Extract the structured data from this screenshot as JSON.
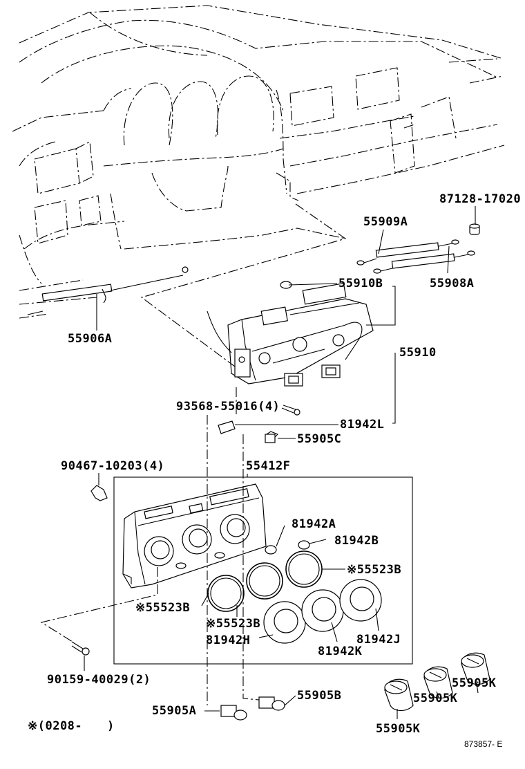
{
  "labels": {
    "p87128": "87128-17020",
    "p55909A": "55909A",
    "p55910B": "55910B",
    "p55908A": "55908A",
    "p55906A": "55906A",
    "p55910": "55910",
    "p93568": "93568-55016(4)",
    "p81942L": "81942L",
    "p55905C": "55905C",
    "p90467": "90467-10203(4)",
    "p55412F": "55412F",
    "p81942A": "81942A",
    "p81942B": "81942B",
    "p55523B_r": "※55523B",
    "p55523B_l": "※55523B",
    "p55523B_m": "※55523B",
    "p81942H": "81942H",
    "p81942K": "81942K",
    "p81942J": "81942J",
    "p90159": "90159-40029(2)",
    "p55905B": "55905B",
    "p55905A": "55905A",
    "p55905K_a": "55905K",
    "p55905K_b": "55905K",
    "p55905K_c": "55905K",
    "note": "※(0208-",
    "note_close": ")",
    "diagram_code": "873857- E"
  },
  "icons": {
    "dashboard": "dashboard-outline-icon",
    "control_assembly": "heater-control-assembly-icon",
    "panel": "control-panel-icon",
    "knob": "control-knob-icon"
  }
}
